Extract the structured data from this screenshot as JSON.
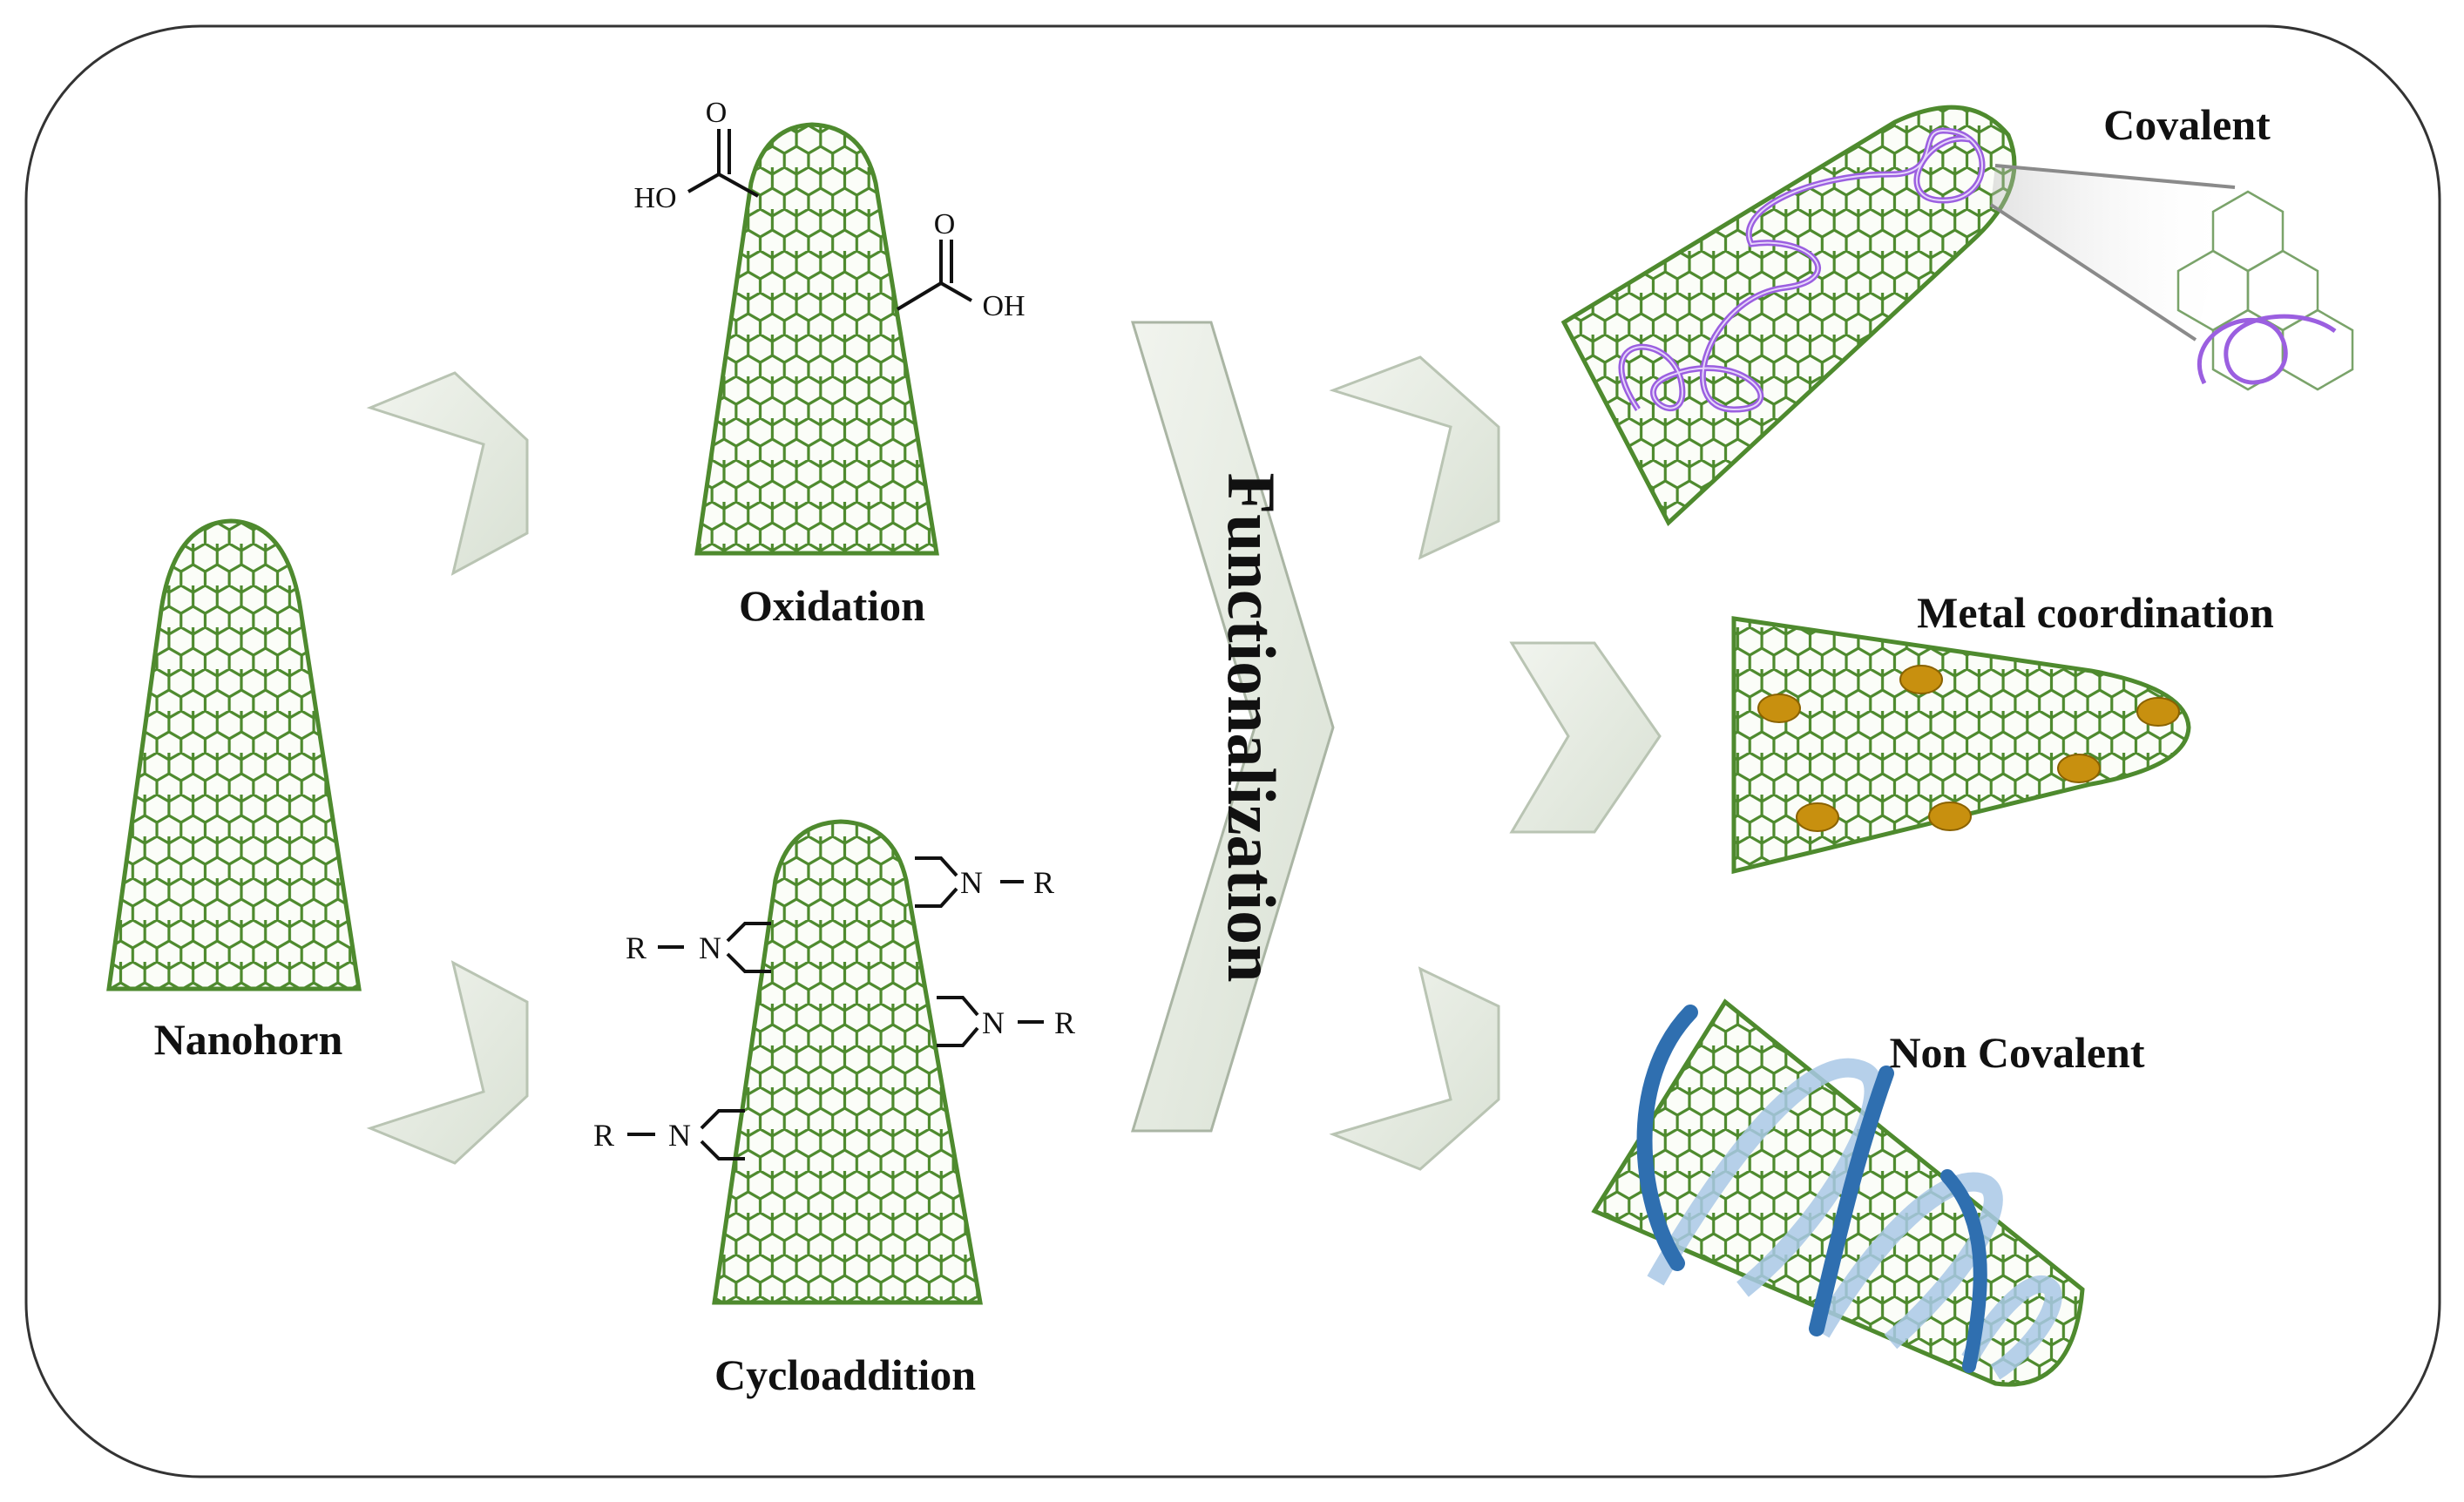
{
  "labels": {
    "nanohorn": "Nanohorn",
    "oxidation": "Oxidation",
    "cycloaddition": "Cycloaddition",
    "functionalization": "Functionalization",
    "covalent": "Covalent",
    "metal_coordination": "Metal coordination",
    "non_covalent": "Non Covalent"
  },
  "chemistry": {
    "oxidation_groups": [
      {
        "o": "O",
        "oh": "HO"
      },
      {
        "o": "O",
        "oh": "OH"
      }
    ],
    "cycloaddition_groups": [
      {
        "r": "R",
        "n": "N"
      },
      {
        "r": "R",
        "n": "N"
      },
      {
        "r": "R",
        "n": "N"
      },
      {
        "r": "R",
        "n": "N"
      }
    ]
  },
  "colors": {
    "lattice": "#4e8a2e",
    "lattice_fill": "#fbfdf8",
    "chevron_fill": "#e6ece2",
    "chevron_stroke": "#b9c4b3",
    "polymer": "#9b5fe0",
    "metal": "#c8900f",
    "band": "#2f6fb0",
    "band_light": "#a9c8e6"
  }
}
